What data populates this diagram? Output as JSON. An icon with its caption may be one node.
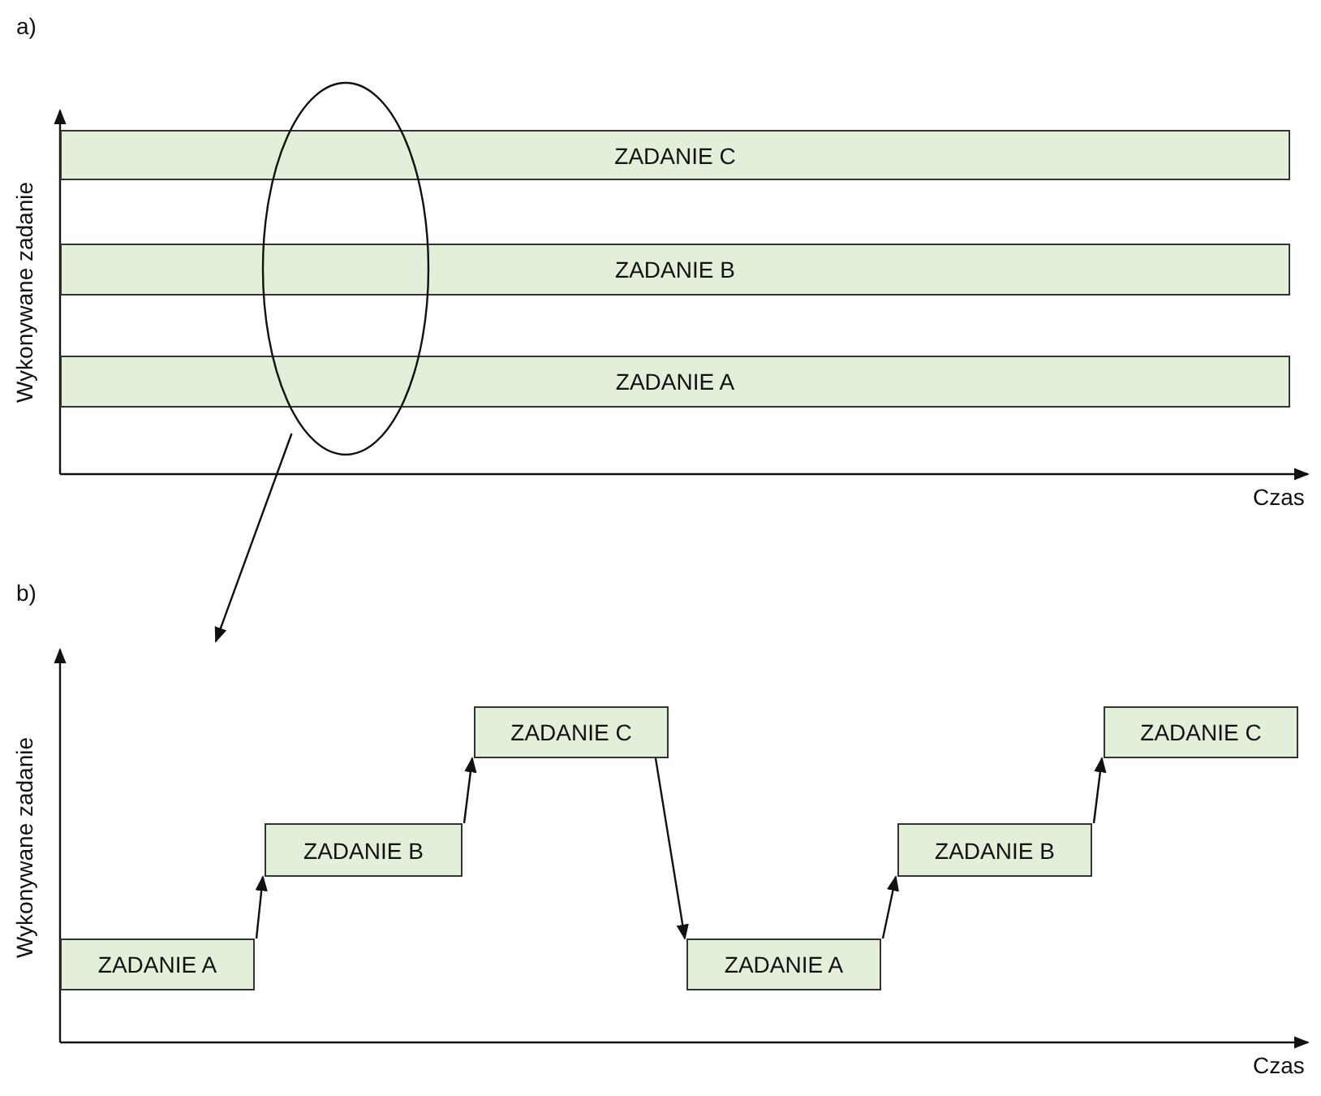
{
  "diagram": {
    "nodes": [
      {
        "text": [
          "ZADANIE C"
        ]
      },
      {
        "text": [
          "ZADANIE B"
        ]
      },
      {
        "text": [
          "ZADANIE A"
        ]
      },
      {
        "text": [],
        "shape": "ellipse"
      },
      {
        "text": [
          "ZADANIE A"
        ]
      },
      {
        "text": [
          "ZADANIE B"
        ]
      },
      {
        "text": [
          "ZADANIE C"
        ]
      },
      {
        "text": [
          "ZADANIE A"
        ]
      },
      {
        "text": [
          "ZADANIE B"
        ]
      },
      {
        "text": [
          "ZADANIE C"
        ]
      }
    ],
    "edges": [
      {
        "from": 3,
        "to": null,
        "arrow": "to"
      },
      {
        "from": 4,
        "to": 5,
        "arrow": "to"
      },
      {
        "from": 5,
        "to": 6,
        "arrow": "to"
      },
      {
        "from": 6,
        "to": 7,
        "arrow": "to"
      },
      {
        "from": 7,
        "to": 8,
        "arrow": "to"
      },
      {
        "from": 8,
        "to": 9,
        "arrow": "to"
      }
    ],
    "labels": [
      "a)",
      "Wykonywane zadanie",
      "Czas",
      "b)",
      "Wykonywane zadanie",
      "Czas"
    ]
  }
}
